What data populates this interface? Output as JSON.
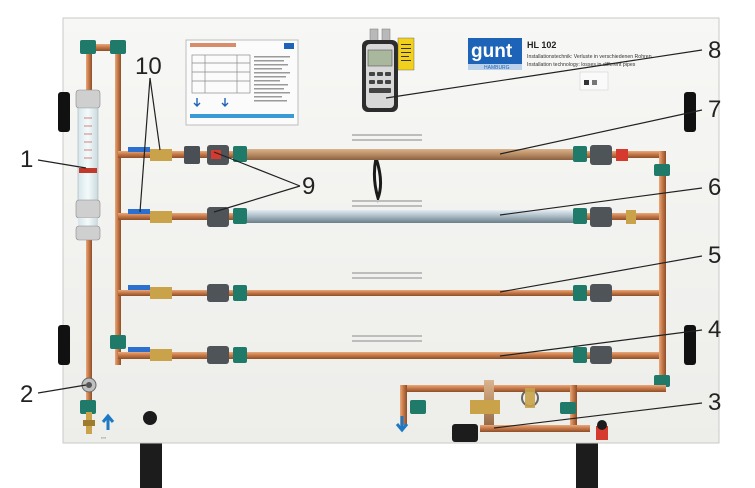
{
  "header": {
    "brand": "gunt",
    "brand_sub": "HAMBURG",
    "model": "HL 102",
    "title_de": "Installationstechnik: Verluste in verschiedenen Rohren",
    "title_en": "Installation technology: losses in different pipes"
  },
  "callouts": [
    "1",
    "2",
    "3",
    "4",
    "5",
    "6",
    "7",
    "8",
    "9",
    "10"
  ],
  "colors": {
    "panel": "#f4f4f2",
    "copper": "#c77a4a",
    "brass": "#c9a24a",
    "valve_blue": "#2b6fd1",
    "fitting_green": "#1f7a6a",
    "background_floor": "#ffffff"
  }
}
